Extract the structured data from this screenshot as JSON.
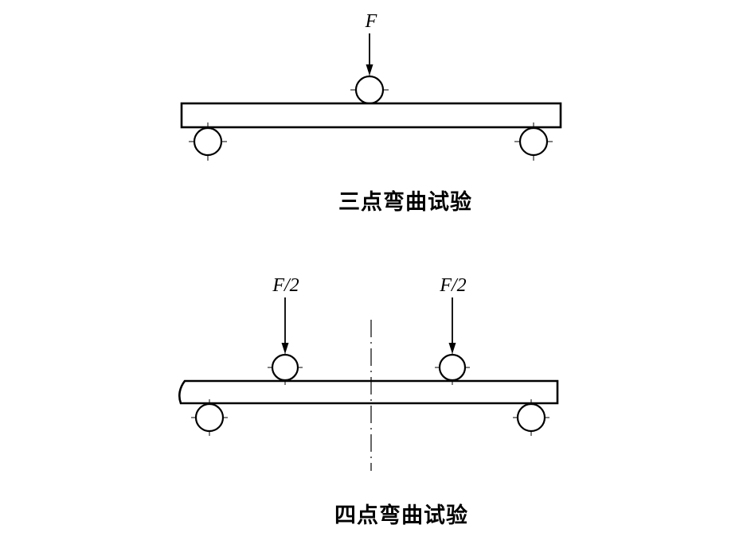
{
  "colors": {
    "line": "#000000",
    "background": "#ffffff"
  },
  "three_point": {
    "force_label": "F",
    "caption": "三点弯曲试验"
  },
  "four_point": {
    "left_force_label": "F/2",
    "right_force_label": "F/2",
    "caption": "四点弯曲试验"
  }
}
